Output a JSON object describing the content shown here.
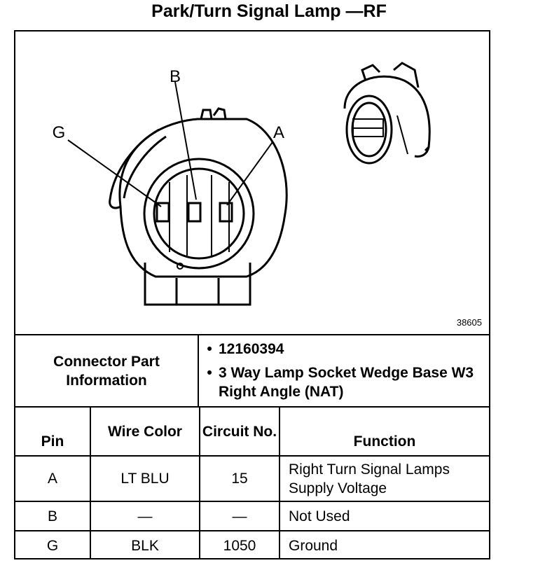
{
  "title": "Park/Turn Signal Lamp —RF",
  "diagram": {
    "figure_number": "38605",
    "pin_labels": {
      "b": "B",
      "g": "G",
      "a": "A"
    }
  },
  "connector_info": {
    "label": "Connector Part Information",
    "bullets": [
      "12160394",
      "3 Way Lamp Socket Wedge Base W3 Right Angle (NAT)"
    ]
  },
  "pin_table": {
    "headers": {
      "pin": "Pin",
      "wire_color": "Wire Color",
      "circuit_no": "Circuit No.",
      "function": "Function"
    },
    "rows": [
      {
        "pin": "A",
        "wire_color": "LT BLU",
        "circuit": "15",
        "function": "Right Turn Signal Lamps Supply Voltage"
      },
      {
        "pin": "B",
        "wire_color": "—",
        "circuit": "—",
        "function": "Not Used"
      },
      {
        "pin": "G",
        "wire_color": "BLK",
        "circuit": "1050",
        "function": "Ground"
      }
    ]
  }
}
